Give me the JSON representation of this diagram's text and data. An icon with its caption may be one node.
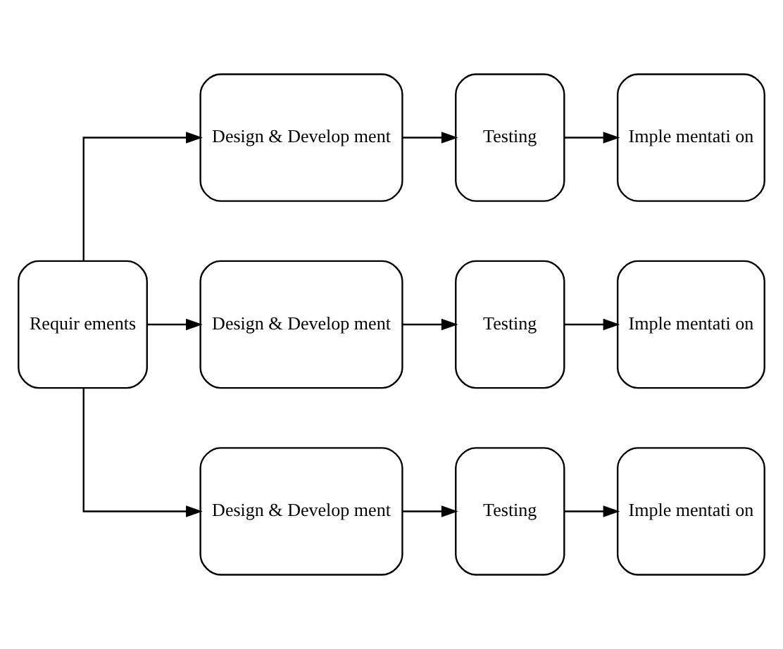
{
  "diagram": {
    "nodes": [
      {
        "text": [
          "Requir ements"
        ]
      },
      {
        "text": [
          "Design & Develop ment"
        ]
      },
      {
        "text": [
          "Testing"
        ]
      },
      {
        "text": [
          "Imple mentati on"
        ]
      },
      {
        "text": [
          "Design & Develop ment"
        ]
      },
      {
        "text": [
          "Testing"
        ]
      },
      {
        "text": [
          "Imple mentati on"
        ]
      },
      {
        "text": [
          "Design & Develop ment"
        ]
      },
      {
        "text": [
          "Testing"
        ]
      },
      {
        "text": [
          "Imple mentati on"
        ]
      }
    ],
    "edges": [
      {
        "from": 0,
        "to": 1,
        "arrow": "to"
      },
      {
        "from": 0,
        "to": 4,
        "arrow": "to"
      },
      {
        "from": 0,
        "to": 7,
        "arrow": "to"
      },
      {
        "from": 1,
        "to": 2,
        "arrow": "to"
      },
      {
        "from": 2,
        "to": 3,
        "arrow": "to"
      },
      {
        "from": 4,
        "to": 5,
        "arrow": "to"
      },
      {
        "from": 5,
        "to": 6,
        "arrow": "to"
      },
      {
        "from": 7,
        "to": 8,
        "arrow": "to"
      },
      {
        "from": 8,
        "to": 9,
        "arrow": "to"
      }
    ]
  }
}
